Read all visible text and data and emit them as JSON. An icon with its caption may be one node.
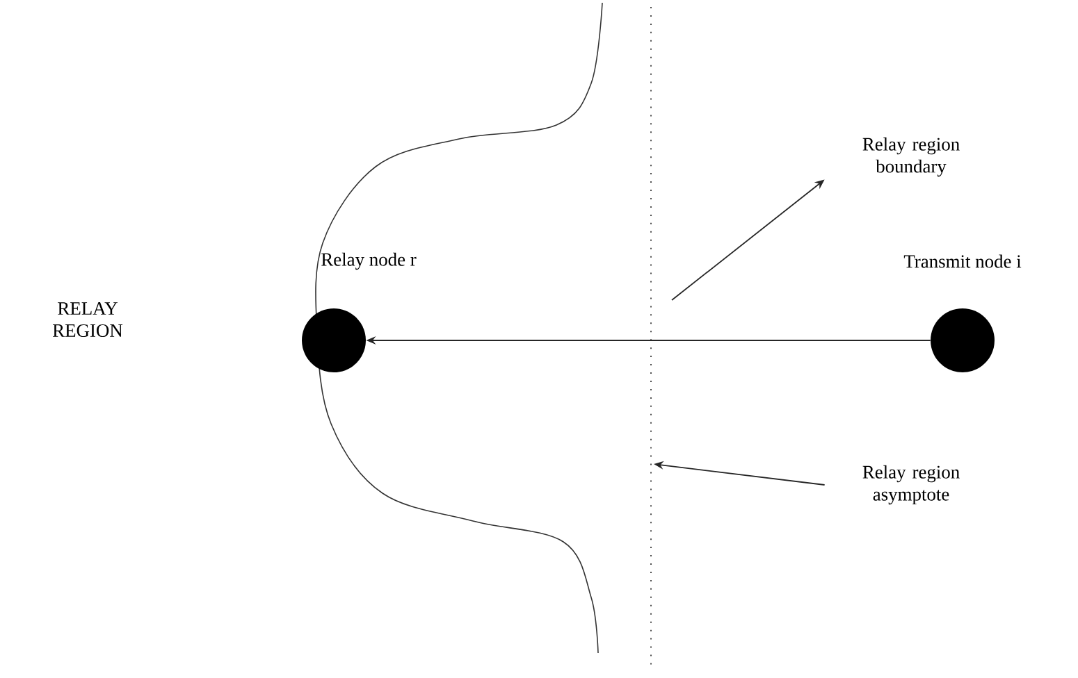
{
  "diagram": {
    "nodes": [
      {
        "text": [],
        "shape": "circle",
        "beside": [
          "Relay node r"
        ]
      },
      {
        "text": [],
        "shape": "circle",
        "beside": [
          "Transmit node i"
        ]
      },
      {
        "text": [
          "Relay region boundary"
        ]
      },
      {
        "text": [
          "Relay region asymptote"
        ]
      }
    ],
    "edges": [
      {
        "from": 1,
        "to": 0,
        "arrow": "to"
      },
      {
        "from": null,
        "to": 2,
        "arrow": "to"
      },
      {
        "from": 3,
        "to": null,
        "arrow": "to"
      }
    ],
    "labels": [
      "RELAY REGION"
    ]
  }
}
